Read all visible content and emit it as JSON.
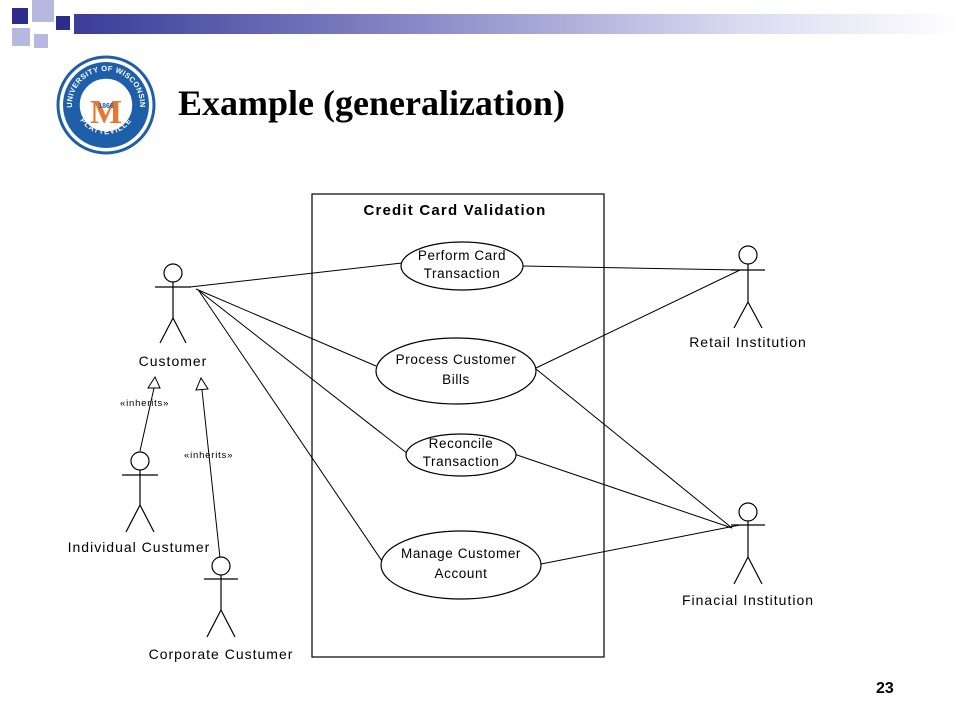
{
  "slide": {
    "title": "Example (generalization)",
    "page_number": "23"
  },
  "logo": {
    "top_text": "UNIVERSITY OF WISCONSIN",
    "bottom_text": "PLATTEVILLE",
    "year": "1866",
    "letter": "M"
  },
  "colors": {
    "band_dark": "#2b2c8c",
    "band_light": "#b7b8e0",
    "logo_blue": "#1f5ea8",
    "logo_orange": "#e8762b"
  },
  "diagram": {
    "system_name": "Credit Card Validation",
    "use_cases": [
      {
        "line1": "Perform Card",
        "line2": "Transaction"
      },
      {
        "line1": "Process Customer",
        "line2": "Bills"
      },
      {
        "line1": "Reconcile",
        "line2": "Transaction"
      },
      {
        "line1": "Manage Customer",
        "line2": "Account"
      }
    ],
    "actors": {
      "customer": "Customer",
      "individual": "Individual Custumer",
      "corporate": "Corporate Custumer",
      "retail": "Retail Institution",
      "financial": "Finacial Institution"
    },
    "stereotype": "«inherits»"
  }
}
